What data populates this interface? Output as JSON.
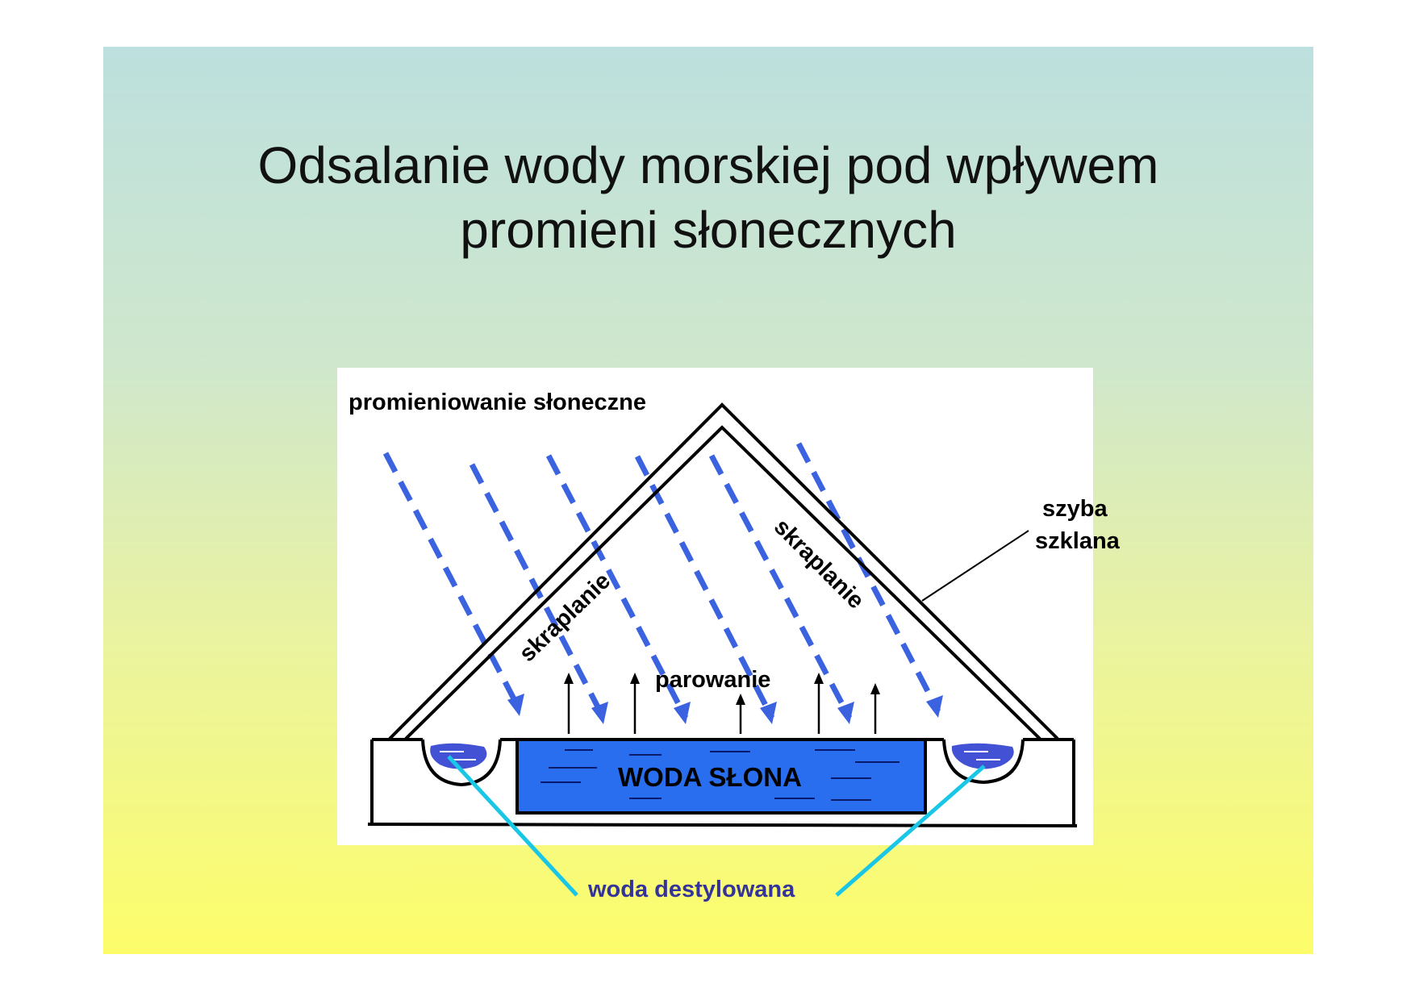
{
  "slide": {
    "title_line1": "Odsalanie wody morskiej pod wpływem",
    "title_line2": "promieni słonecznych"
  },
  "diagram": {
    "label_radiation": "promieniowanie słoneczne",
    "label_glass_line1": "szyba",
    "label_glass_line2": "szklana",
    "label_condensation_left": "skraplanie",
    "label_condensation_right": "skraplanie",
    "label_evaporation": "parowanie",
    "label_salt_water": "WODA SŁONA",
    "label_distilled": "woda destylowana"
  },
  "colors": {
    "ray": "#3b63e0",
    "salt_water": "#2a6ef0",
    "distilled_water": "#2233cc",
    "pointer": "#19c6e6",
    "distilled_label": "#333399"
  }
}
